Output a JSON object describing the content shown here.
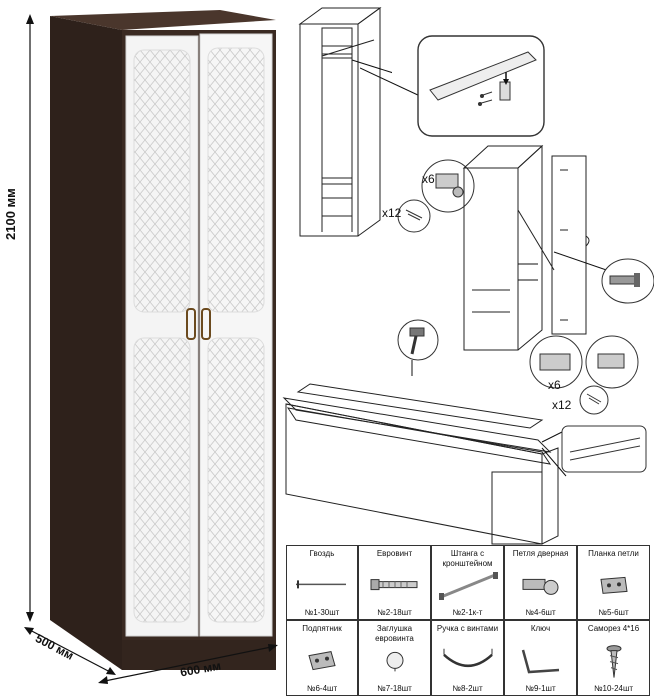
{
  "dimensions": {
    "height": "2100 мм",
    "depth": "500 мм",
    "width": "600 мм"
  },
  "quantities": {
    "eurobolts": "x6",
    "screws_top": "x12",
    "hinges": "x6",
    "screws_bottom": "x12"
  },
  "parts": [
    {
      "name": "Гвоздь",
      "count": "№1-30шт",
      "icon": "nail-icon"
    },
    {
      "name": "Евровинт",
      "count": "№2-18шт",
      "icon": "eurobolt-icon"
    },
    {
      "name": "Штанга с кронштейном",
      "count": "№2-1к-т",
      "icon": "rod-bracket-icon"
    },
    {
      "name": "Петля дверная",
      "count": "№4-6шт",
      "icon": "door-hinge-icon"
    },
    {
      "name": "Планка петли",
      "count": "№5-6шт",
      "icon": "hinge-plate-icon"
    },
    {
      "name": "Подпятник",
      "count": "№6-4шт",
      "icon": "glide-foot-icon"
    },
    {
      "name": "Заглушка евровинта",
      "count": "№7-18шт",
      "icon": "eurobolt-cap-icon"
    },
    {
      "name": "Ручка с винтами",
      "count": "№8-2шт",
      "icon": "handle-screws-icon"
    },
    {
      "name": "Ключ",
      "count": "№9-1шт",
      "icon": "hex-key-icon"
    },
    {
      "name": "Саморез 4*16",
      "count": "№10-24шт",
      "icon": "wood-screw-icon"
    }
  ],
  "colors": {
    "wenge": "#3a2a22",
    "door": "#f4f4f4",
    "line": "#222222"
  }
}
